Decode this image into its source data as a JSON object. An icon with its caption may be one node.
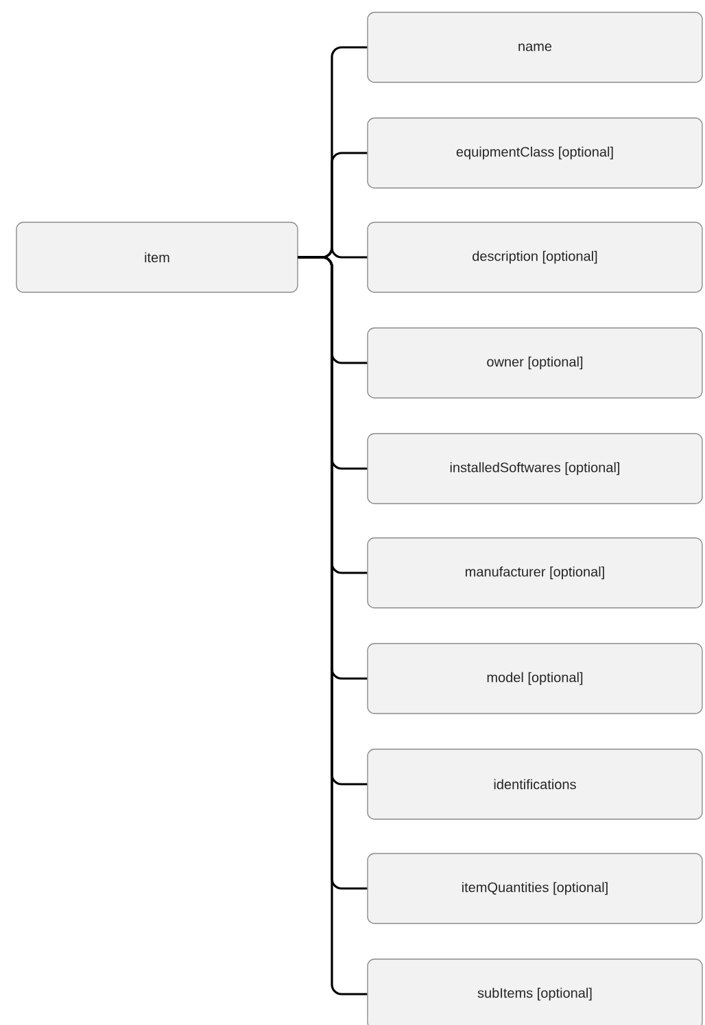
{
  "diagram": {
    "nodes": [
      {
        "text": [
          "item"
        ]
      },
      {
        "text": [
          "name"
        ]
      },
      {
        "text": [
          "equipmentClass [optional]"
        ]
      },
      {
        "text": [
          "description [optional]"
        ]
      },
      {
        "text": [
          "owner [optional]"
        ]
      },
      {
        "text": [
          "installedSoftwares [optional]"
        ]
      },
      {
        "text": [
          "manufacturer [optional]"
        ]
      },
      {
        "text": [
          "model [optional]"
        ]
      },
      {
        "text": [
          "identifications"
        ]
      },
      {
        "text": [
          "itemQuantities [optional]"
        ]
      },
      {
        "text": [
          "subItems [optional]"
        ]
      }
    ],
    "edges": [
      {
        "from": 0,
        "to": 1,
        "arrow": "none"
      },
      {
        "from": 0,
        "to": 2,
        "arrow": "none"
      },
      {
        "from": 0,
        "to": 3,
        "arrow": "none"
      },
      {
        "from": 0,
        "to": 4,
        "arrow": "none"
      },
      {
        "from": 0,
        "to": 5,
        "arrow": "none"
      },
      {
        "from": 0,
        "to": 6,
        "arrow": "none"
      },
      {
        "from": 0,
        "to": 7,
        "arrow": "none"
      },
      {
        "from": 0,
        "to": 8,
        "arrow": "none"
      },
      {
        "from": 0,
        "to": 9,
        "arrow": "none"
      },
      {
        "from": 0,
        "to": 10,
        "arrow": "none"
      }
    ]
  }
}
